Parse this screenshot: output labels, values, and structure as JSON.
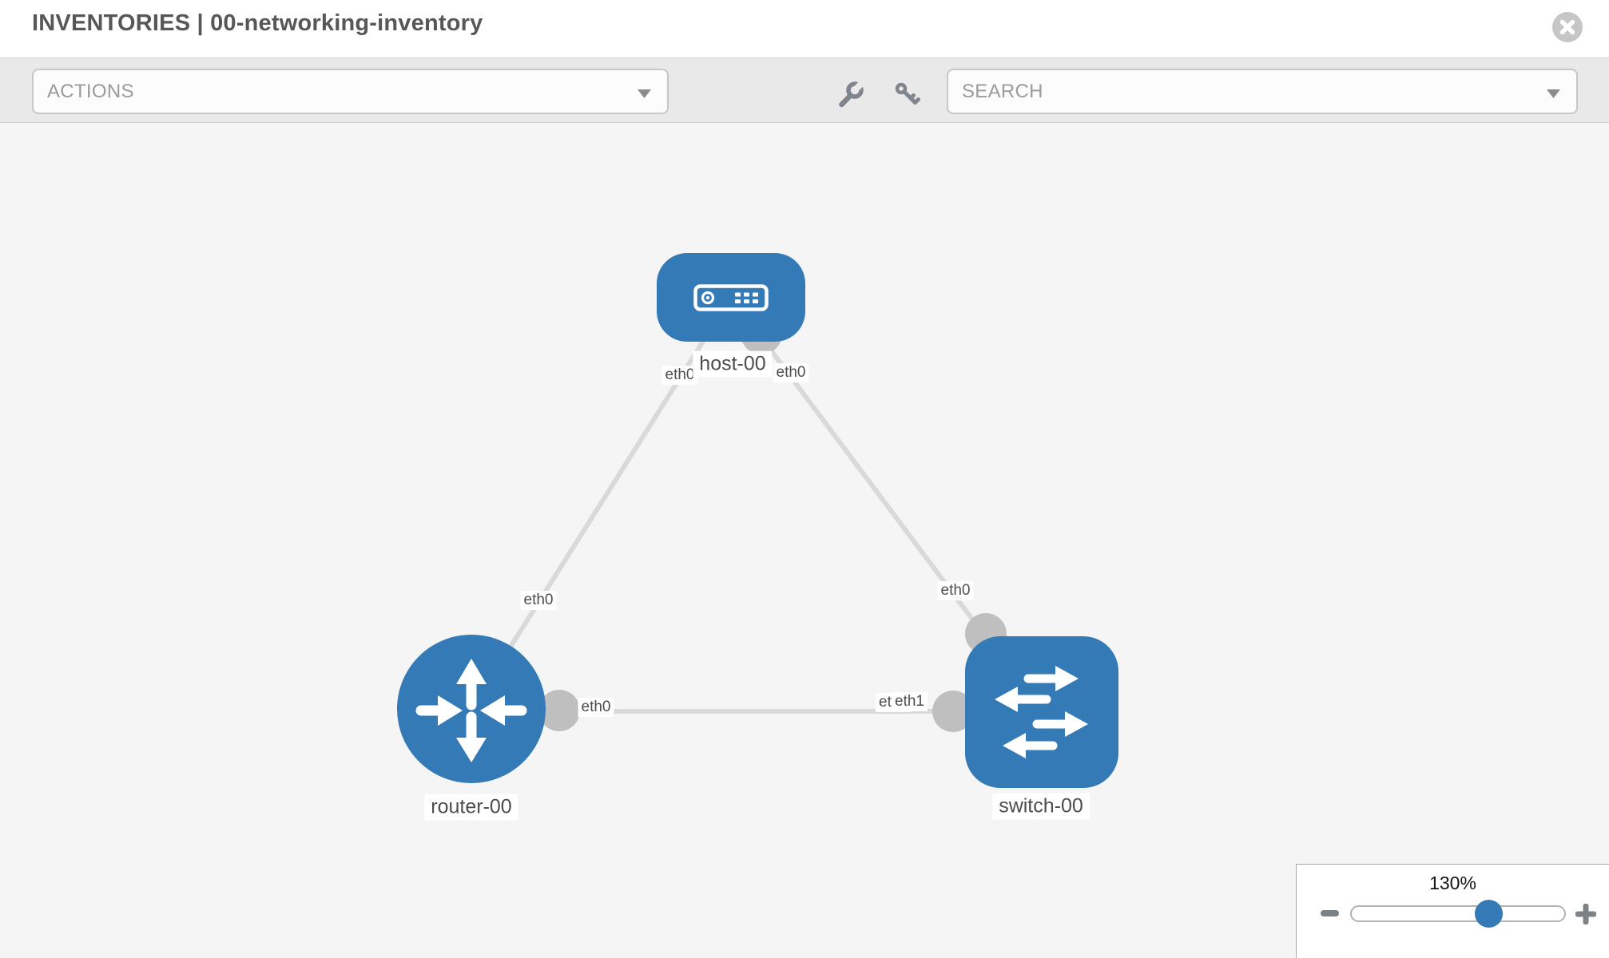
{
  "header": {
    "title": "INVENTORIES | 00-networking-inventory",
    "close_icon": "x-circle"
  },
  "toolbar": {
    "actions_label": "ACTIONS",
    "search_label": "SEARCH",
    "icons": [
      "wrench-icon",
      "key-icon",
      "chevron-down-icon"
    ]
  },
  "topology": {
    "nodes": [
      {
        "name": "host-00",
        "type": "host",
        "icon": "host-icon"
      },
      {
        "name": "router-00",
        "type": "router",
        "icon": "router-icon"
      },
      {
        "name": "switch-00",
        "type": "switch",
        "icon": "switch-icon"
      }
    ],
    "links": [
      {
        "from": "router-00",
        "to": "host-00",
        "from_iface": "eth0",
        "to_iface": "eth0"
      },
      {
        "from": "host-00",
        "to": "switch-00",
        "from_iface": "eth0",
        "to_iface": "eth0"
      },
      {
        "from": "router-00",
        "to": "switch-00",
        "from_iface": "eth0",
        "to_iface": "eth1"
      }
    ],
    "interface_labels": [
      {
        "id": "host-left",
        "text": "eth0"
      },
      {
        "id": "host-right",
        "text": "eth0"
      },
      {
        "id": "diag-near-router",
        "text": "eth0"
      },
      {
        "id": "diag-near-switch",
        "text": "eth0"
      },
      {
        "id": "horiz-near-router",
        "text": "eth0"
      },
      {
        "id": "horiz-switch-under",
        "text": "eth0"
      },
      {
        "id": "horiz-switch-over",
        "text": "eth1"
      }
    ]
  },
  "zoom_control": {
    "level": "130%",
    "minus_icon": "zoom-out-icon",
    "plus_icon": "zoom-in-icon"
  },
  "colors": {
    "node_blue": "#337ab7",
    "link_gray": "#d9d9d9",
    "endpoint_gray": "#bfbfbf",
    "toolbar_bg": "#e9e9e9",
    "canvas_bg": "#f5f5f5",
    "label_text": "#4d4d4d"
  }
}
